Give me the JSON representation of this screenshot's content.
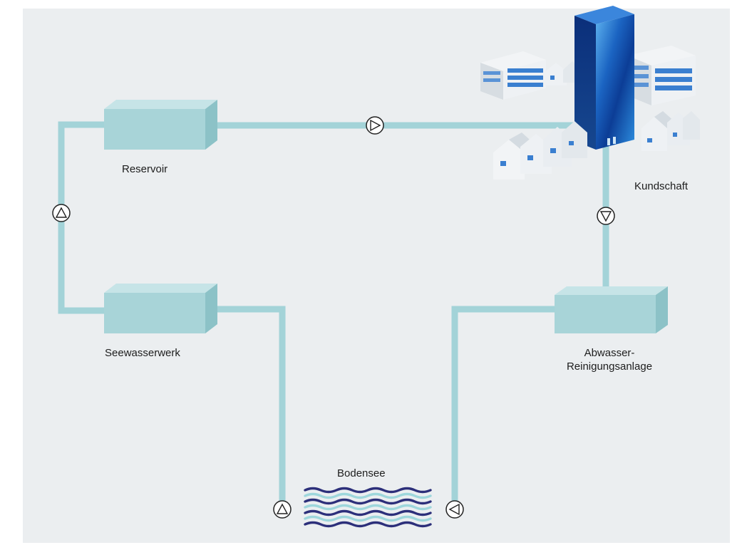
{
  "colors": {
    "background": "#ebeef0",
    "pipe": "#a3d3d8",
    "tank_front": "#a8d4d8",
    "tank_top": "#c6e4e7",
    "tank_side": "#8cc2c7",
    "wave_dark": "#2c2f7a",
    "wave_light": "#9ed7dc",
    "tower_blue": "#1d6fc4",
    "arrow_stroke": "#222222"
  },
  "labels": {
    "reservoir": "Reservoir",
    "seewasserwerk": "Seewasserwerk",
    "kundschaft": "Kundschaft",
    "abwasser_line1": "Abwasser-",
    "abwasser_line2": "Reinigungsanlage",
    "bodensee": "Bodensee"
  },
  "icons": {
    "flow_arrow": "triangle-in-circle",
    "lake": "waves",
    "customers": "buildings-and-houses"
  }
}
